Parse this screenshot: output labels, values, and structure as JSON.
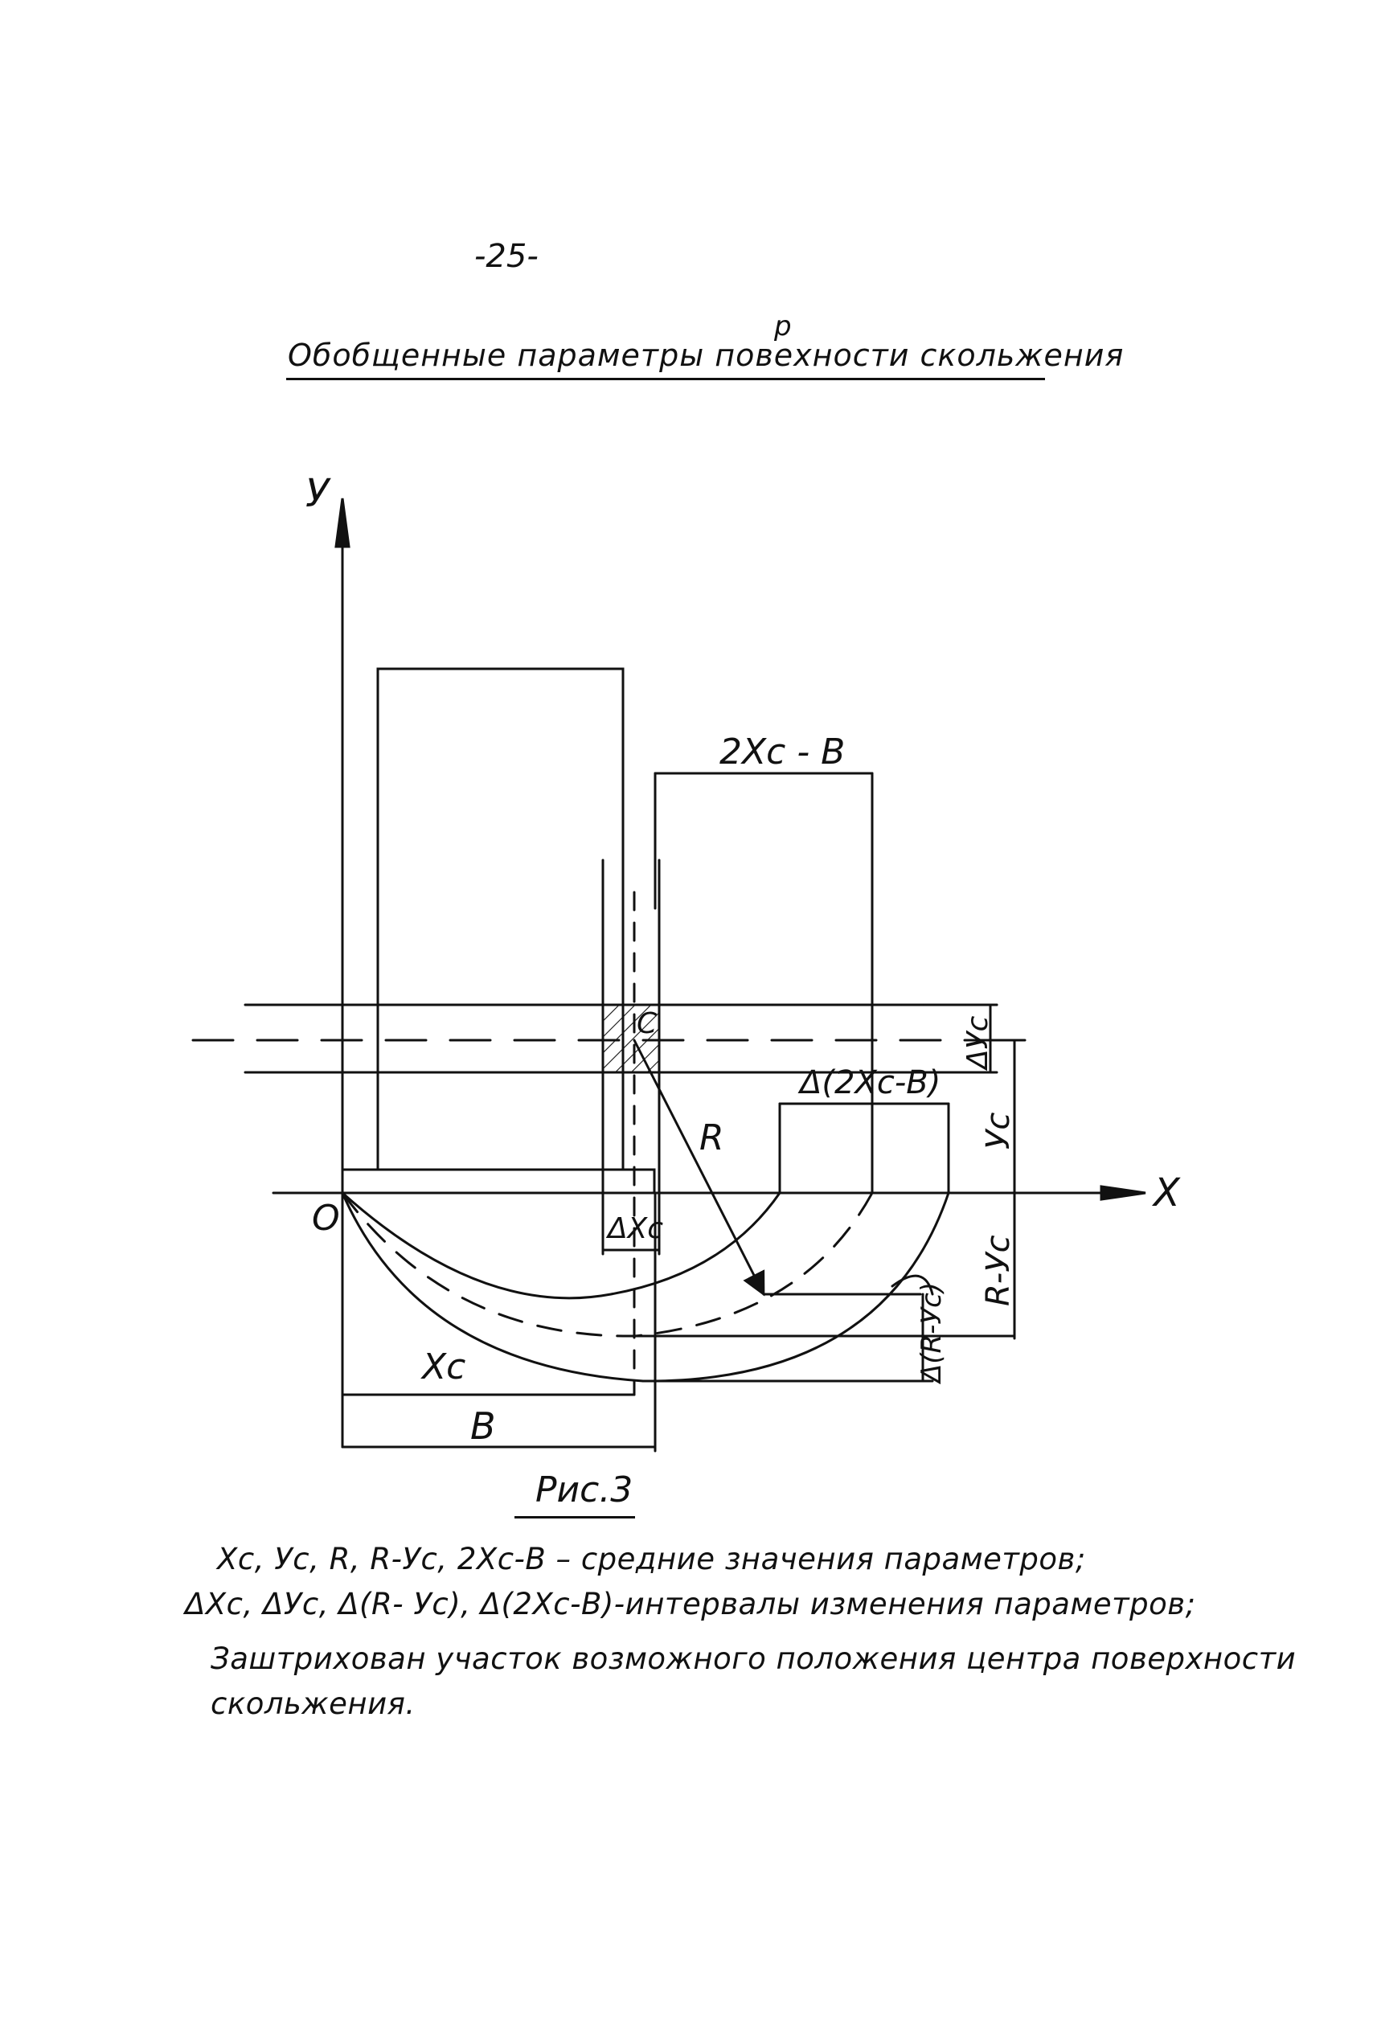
{
  "page": {
    "number": "-25-",
    "title": "Обобщенные параметры повехности скольжения",
    "title_mark": "р"
  },
  "diagram": {
    "axis_x_label": "X",
    "axis_y_label": "У",
    "origin_label": "О",
    "center_label": "С",
    "radius_label": "R",
    "label_2xc_b": "2Xc - B",
    "label_delta_2xc_b": "Δ(2Xc-B)",
    "label_delta_yc": "ΔУc",
    "label_yc": "Уc",
    "label_r_yc": "R-Уc",
    "label_delta_xc": "ΔXc",
    "label_delta_r_yc": "Δ(R-Уc)",
    "label_xc": "Xc",
    "label_b": "B"
  },
  "caption": {
    "figure": "Рис.3",
    "line1": "Xc, Уc, R,  R-Уc, 2Xc-B – средние значения параметров;",
    "line2": "ΔXc, ΔУc,  Δ(R- Уc), Δ(2Xc-B)-интервалы изменения параметров;",
    "line3": "Заштрихован участок возможного положения центра поверхности",
    "line4": "скольжения."
  }
}
